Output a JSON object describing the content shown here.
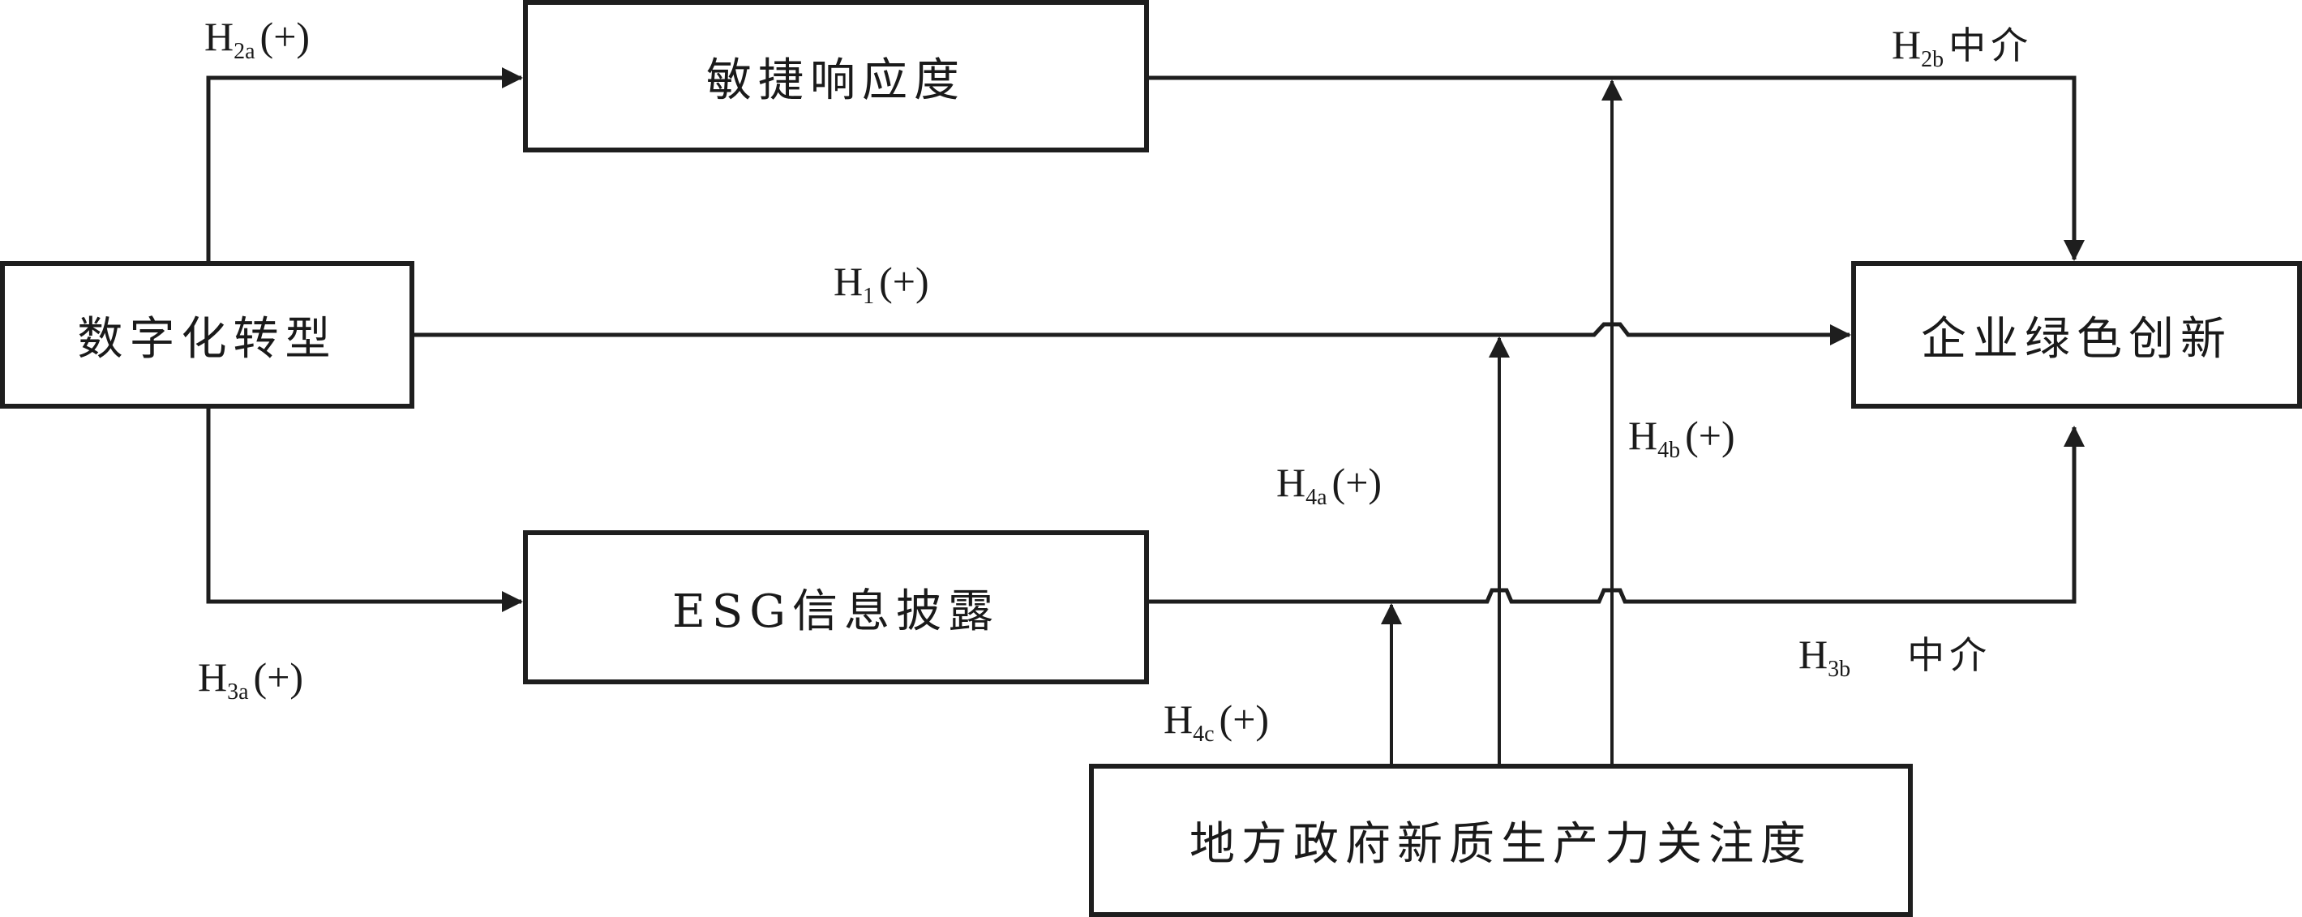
{
  "nodes": {
    "digital_transformation": "数字化转型",
    "agile_responsiveness": "敏捷响应度",
    "esg_disclosure": "ESG信息披露",
    "green_innovation": "企业绿色创新",
    "gov_attention": "地方政府新质生产力关注度"
  },
  "labels": {
    "h2a": {
      "base": "H",
      "sub": "2a",
      "tail": "(+)"
    },
    "h2b": {
      "base": "H",
      "sub": "2b",
      "tail": "中介"
    },
    "h1": {
      "base": "H",
      "sub": "1",
      "tail": "(+)"
    },
    "h3a": {
      "base": "H",
      "sub": "3a",
      "tail": "(+)"
    },
    "h3b": {
      "base": "H",
      "sub": "3b",
      "tail": "中介"
    },
    "h4a": {
      "base": "H",
      "sub": "4a",
      "tail": "(+)"
    },
    "h4b": {
      "base": "H",
      "sub": "4b",
      "tail": "(+)"
    },
    "h4c": {
      "base": "H",
      "sub": "4c",
      "tail": "(+)"
    }
  },
  "colors": {
    "stroke": "#1e1e1e",
    "background": "#ffffff"
  }
}
